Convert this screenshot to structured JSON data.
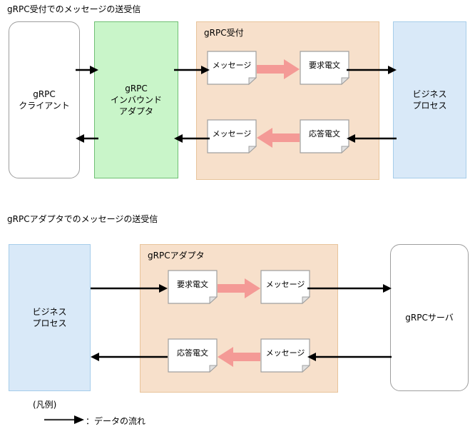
{
  "diagrams": [
    {
      "title": "gRPC受付でのメッセージの送受信",
      "left_box": {
        "lines": "gRPC\nクライアント"
      },
      "adapter_box": {
        "lines": "gRPC\nインバウンド\nアダプタ"
      },
      "container_label": "gRPC受付",
      "docs": {
        "top_left": "メッセージ",
        "top_right": "要求電文",
        "bottom_left": "メッセージ",
        "bottom_right": "応答電文"
      },
      "right_box": {
        "lines": "ビジネス\nプロセス"
      }
    },
    {
      "title": "gRPCアダプタでのメッセージの送受信",
      "left_box": {
        "lines": "ビジネス\nプロセス"
      },
      "container_label": "gRPCアダプタ",
      "docs": {
        "top_left": "要求電文",
        "top_right": "メッセージ",
        "bottom_left": "応答電文",
        "bottom_right": "メッセージ"
      },
      "right_box": {
        "lines": "gRPCサーバ"
      }
    }
  ],
  "legend": {
    "title": "(凡例)",
    "arrow_caption": "：データの流れ"
  },
  "colors": {
    "green_fill": "#c9f5c9",
    "green_stroke": "#6fbf73",
    "blue_fill": "#d9e9f8",
    "blue_stroke": "#a6cdea",
    "orange_fill": "#f7e0cb",
    "orange_stroke": "#e8c49b",
    "pink_arrow": "#f49a96",
    "doc_stroke": "#a0a0a0",
    "doc_fill": "#ffffff",
    "flow_arrow": "#000000"
  }
}
